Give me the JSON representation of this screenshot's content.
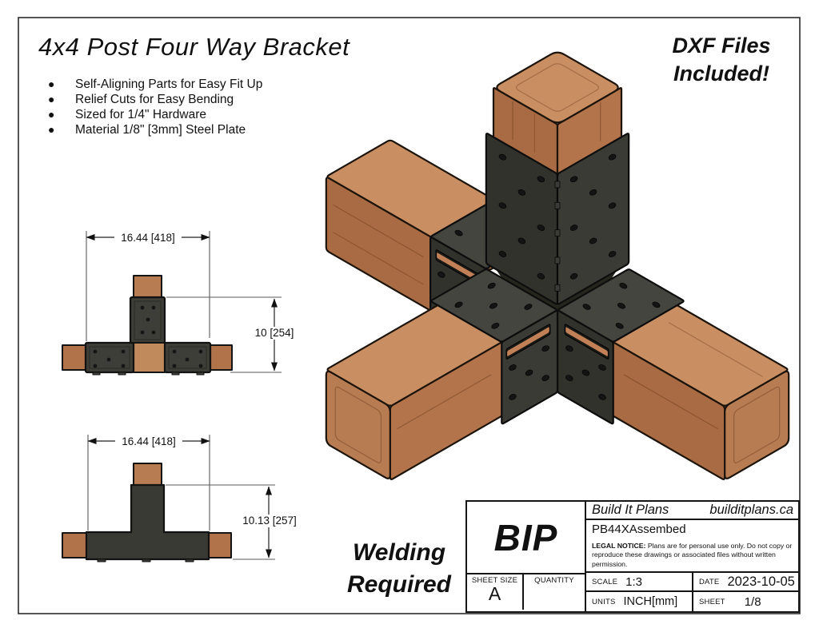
{
  "header": {
    "title": "4x4 Post Four Way Bracket",
    "features": [
      "Self-Aligning Parts for Easy Fit Up",
      "Relief Cuts for Easy Bending",
      "Sized for 1/4\" Hardware",
      "Material 1/8\" [3mm] Steel Plate"
    ]
  },
  "callouts": {
    "dxf_line1": "DXF Files",
    "dxf_line2": "Included!",
    "welding_line1": "Welding",
    "welding_line2": "Required"
  },
  "views": {
    "front": {
      "width_dim": "16.44 [418]",
      "height_dim": "10 [254]"
    },
    "side": {
      "width_dim": "16.44 [418]",
      "height_dim": "10.13 [257]"
    }
  },
  "title_block": {
    "logo": "BIP",
    "company": "Build It Plans",
    "website": "builditplans.ca",
    "drawing_name": "PB44XAssembed",
    "legal_label": "LEGAL NOTICE:",
    "legal_text": " Plans are for personal use only. Do not copy or reproduce these drawings or associated files without written permission.",
    "sheet_size_label": "SHEET SIZE",
    "sheet_size_value": "A",
    "quantity_label": "QUANTITY",
    "scale_label": "SCALE",
    "scale_value": "1:3",
    "date_label": "DATE",
    "date_value": "2023-10-05",
    "units_label": "UNITS",
    "units_value": "INCH[mm]",
    "sheet_label": "SHEET",
    "sheet_value": "1/8"
  },
  "colors": {
    "steel_dark": "#3b3b36",
    "wood_mid": "#b5794e",
    "slot_copper": "#c28057",
    "page_border": "#2b2b2b"
  }
}
